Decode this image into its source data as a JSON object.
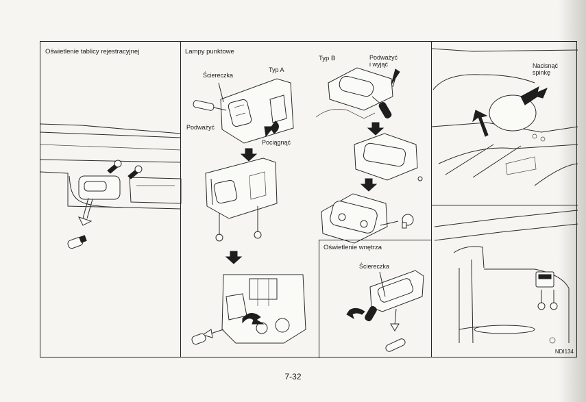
{
  "panels": {
    "license_plate": {
      "title": "Oświetlenie tablicy rejestracyjnej"
    },
    "spot_lamps": {
      "title": "Lampy punktowe",
      "type_a": "Typ A",
      "screwdriver": "Ściereczka",
      "pry": "Podważyć",
      "pull": "Pociągnąć"
    },
    "type_b": {
      "title": "Typ B",
      "pry_remove": "Podważyć\ni wyjąć"
    },
    "interior_light": {
      "title": "Oświetlenie wnętrza",
      "screwdriver": "Ściereczka"
    },
    "clip": {
      "press_clip": "Nacisnąć\nspinkę"
    }
  },
  "diagram_code": "NDI134",
  "page_number": "7-32"
}
